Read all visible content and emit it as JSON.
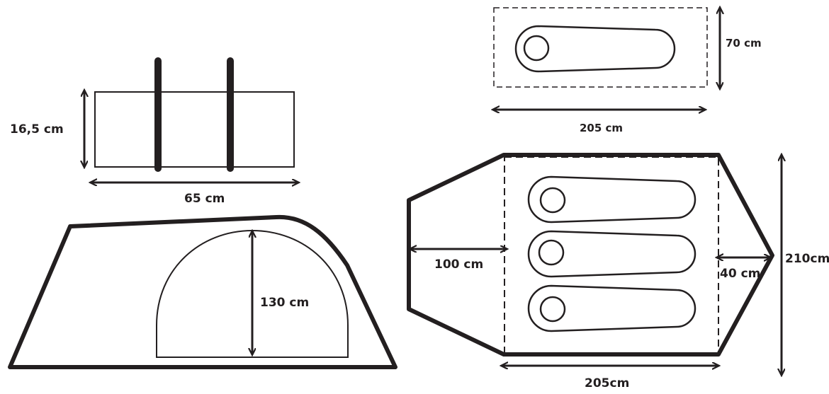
{
  "colors": {
    "stroke": "#231f20",
    "background": "#ffffff"
  },
  "packed_bag": {
    "height_label": "16,5 cm",
    "length_label": "65 cm"
  },
  "single_sleeping_pad": {
    "width_label": "70 cm",
    "length_label": "205 cm"
  },
  "tent_side_view": {
    "door_height_label": "130 cm"
  },
  "tent_floor_plan": {
    "vestibule_label": "100 cm",
    "rear_label": "40 cm",
    "inner_length_label": "205cm",
    "total_width_label": "210cm",
    "sleeping_places": 3
  }
}
